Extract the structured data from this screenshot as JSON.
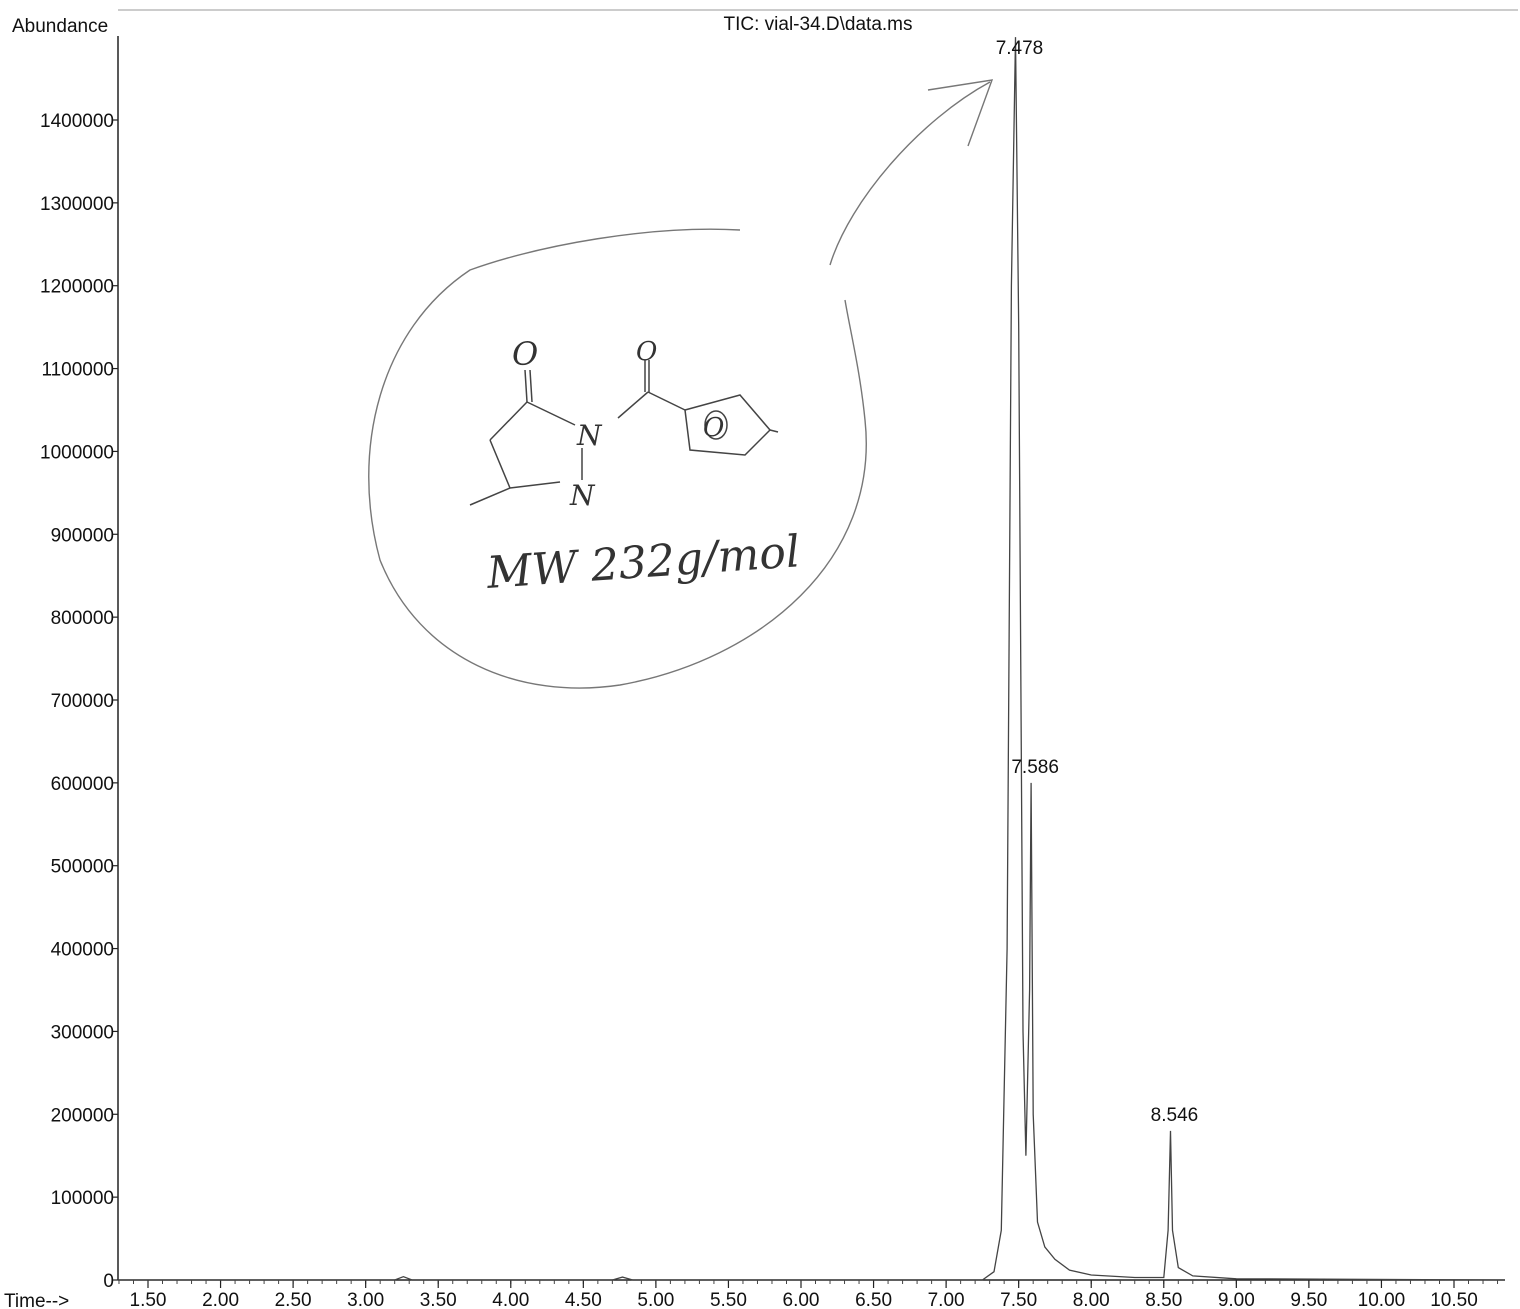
{
  "chart_data": {
    "type": "line",
    "title": "TIC: vial-34.D\\data.ms",
    "xlabel": "Time-->",
    "ylabel": "Abundance",
    "xlim": [
      1.2,
      11.0
    ],
    "ylim": [
      0,
      1500000
    ],
    "x_ticks": [
      1.5,
      2.0,
      2.5,
      3.0,
      3.5,
      4.0,
      4.5,
      5.0,
      5.5,
      6.0,
      6.5,
      7.0,
      7.5,
      8.0,
      8.5,
      9.0,
      9.5,
      10.0,
      10.5
    ],
    "x_tick_labels": [
      "1.50",
      "2.00",
      "2.50",
      "3.00",
      "3.50",
      "4.00",
      "4.50",
      "5.00",
      "5.50",
      "6.00",
      "6.50",
      "7.00",
      "7.50",
      "8.00",
      "8.50",
      "9.00",
      "9.50",
      "10.00",
      "10.50"
    ],
    "y_ticks": [
      0,
      100000,
      200000,
      300000,
      400000,
      500000,
      600000,
      700000,
      800000,
      900000,
      1000000,
      1100000,
      1200000,
      1300000,
      1400000
    ],
    "y_tick_labels": [
      "0",
      "100000",
      "200000",
      "300000",
      "400000",
      "500000",
      "600000",
      "700000",
      "800000",
      "900000",
      "1000000",
      "1100000",
      "1200000",
      "1300000",
      "1400000"
    ],
    "grid": false,
    "series": [
      {
        "x": [
          1.2,
          3.2,
          3.26,
          3.32,
          4.7,
          4.77,
          4.84,
          7.25,
          7.33,
          7.38,
          7.42,
          7.45,
          7.478,
          7.5,
          7.53,
          7.55,
          7.575,
          7.586,
          7.6,
          7.63,
          7.68,
          7.75,
          7.85,
          8.0,
          8.3,
          8.5,
          8.53,
          8.546,
          8.56,
          8.6,
          8.7,
          9.0,
          11.0
        ],
        "y": [
          0,
          0,
          4000,
          0,
          0,
          3500,
          0,
          0,
          10000,
          60000,
          400000,
          1200000,
          1500000,
          1150000,
          300000,
          150000,
          350000,
          600000,
          200000,
          70000,
          40000,
          25000,
          12000,
          6000,
          3000,
          3000,
          60000,
          180000,
          60000,
          15000,
          5000,
          1500,
          0
        ]
      }
    ],
    "peaks": [
      {
        "x": 7.478,
        "label": "7.478"
      },
      {
        "x": 7.586,
        "label": "7.586"
      },
      {
        "x": 8.546,
        "label": "8.546"
      }
    ]
  },
  "annotations": {
    "structure_atoms": [
      "O",
      "N",
      "N",
      "O",
      "O"
    ],
    "handwritten_mw": "MW 232g/mol"
  }
}
